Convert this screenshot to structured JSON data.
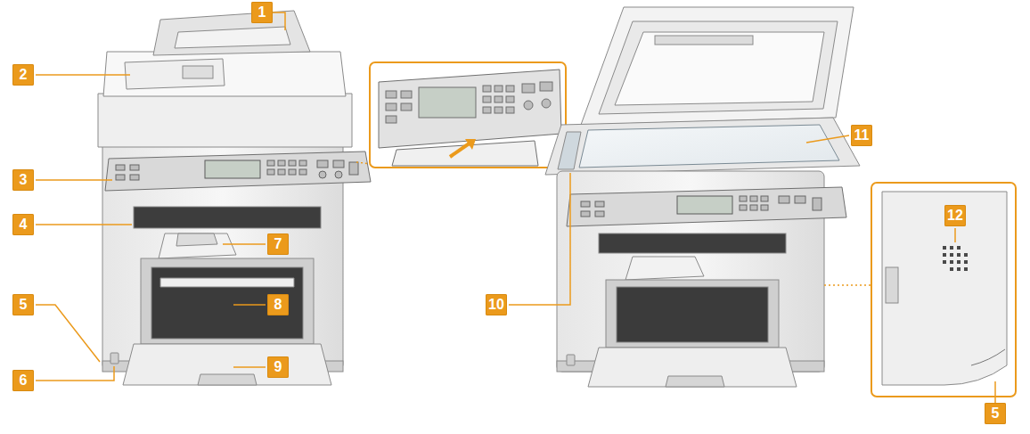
{
  "diagram": {
    "labels": [
      "1",
      "2",
      "3",
      "4",
      "5",
      "6",
      "7",
      "8",
      "9",
      "10",
      "11",
      "12",
      "5"
    ]
  }
}
